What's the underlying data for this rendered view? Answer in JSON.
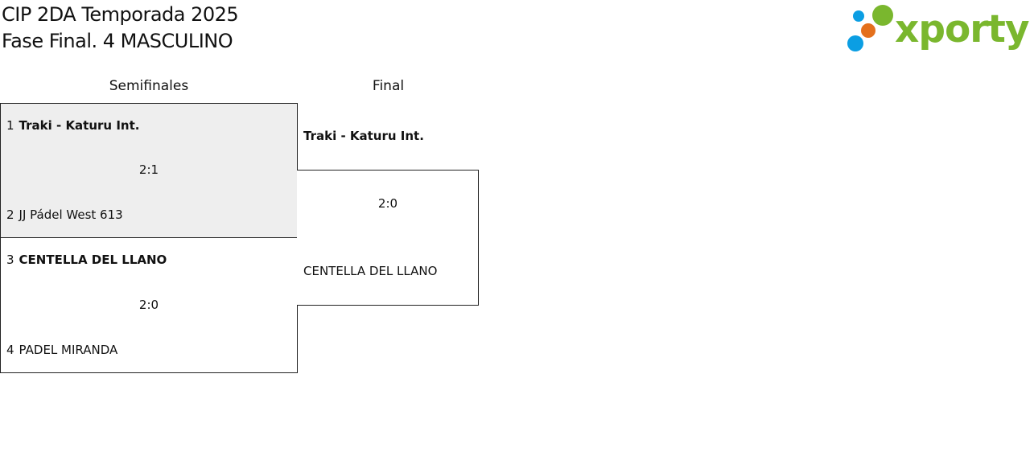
{
  "header": {
    "title_line1": "CIP 2DA Temporada 2025",
    "title_line2": "Fase Final. 4 MASCULINO"
  },
  "logo": {
    "text": "xporty",
    "brand_green": "#7ab72e",
    "dot_blue": "#0b9ee3",
    "dot_orange": "#e4701c"
  },
  "rounds": [
    {
      "label": "Semifinales"
    },
    {
      "label": "Final"
    }
  ],
  "semifinals": [
    {
      "team1": {
        "seed": "1",
        "name": "Traki - Katuru Int.",
        "winner": true
      },
      "team2": {
        "seed": "2",
        "name": "JJ Pádel West 613",
        "winner": false
      },
      "score": "2:1"
    },
    {
      "team1": {
        "seed": "3",
        "name": "CENTELLA DEL LLANO",
        "winner": true
      },
      "team2": {
        "seed": "4",
        "name": "PADEL MIRANDA",
        "winner": false
      },
      "score": "2:0"
    }
  ],
  "final": {
    "team1": {
      "name": "Traki - Katuru Int.",
      "winner": true
    },
    "team2": {
      "name": "CENTELLA DEL LLANO",
      "winner": false
    },
    "score": "2:0"
  },
  "colors": {
    "highlight_bg": "#eeeeee",
    "border": "#222222"
  }
}
